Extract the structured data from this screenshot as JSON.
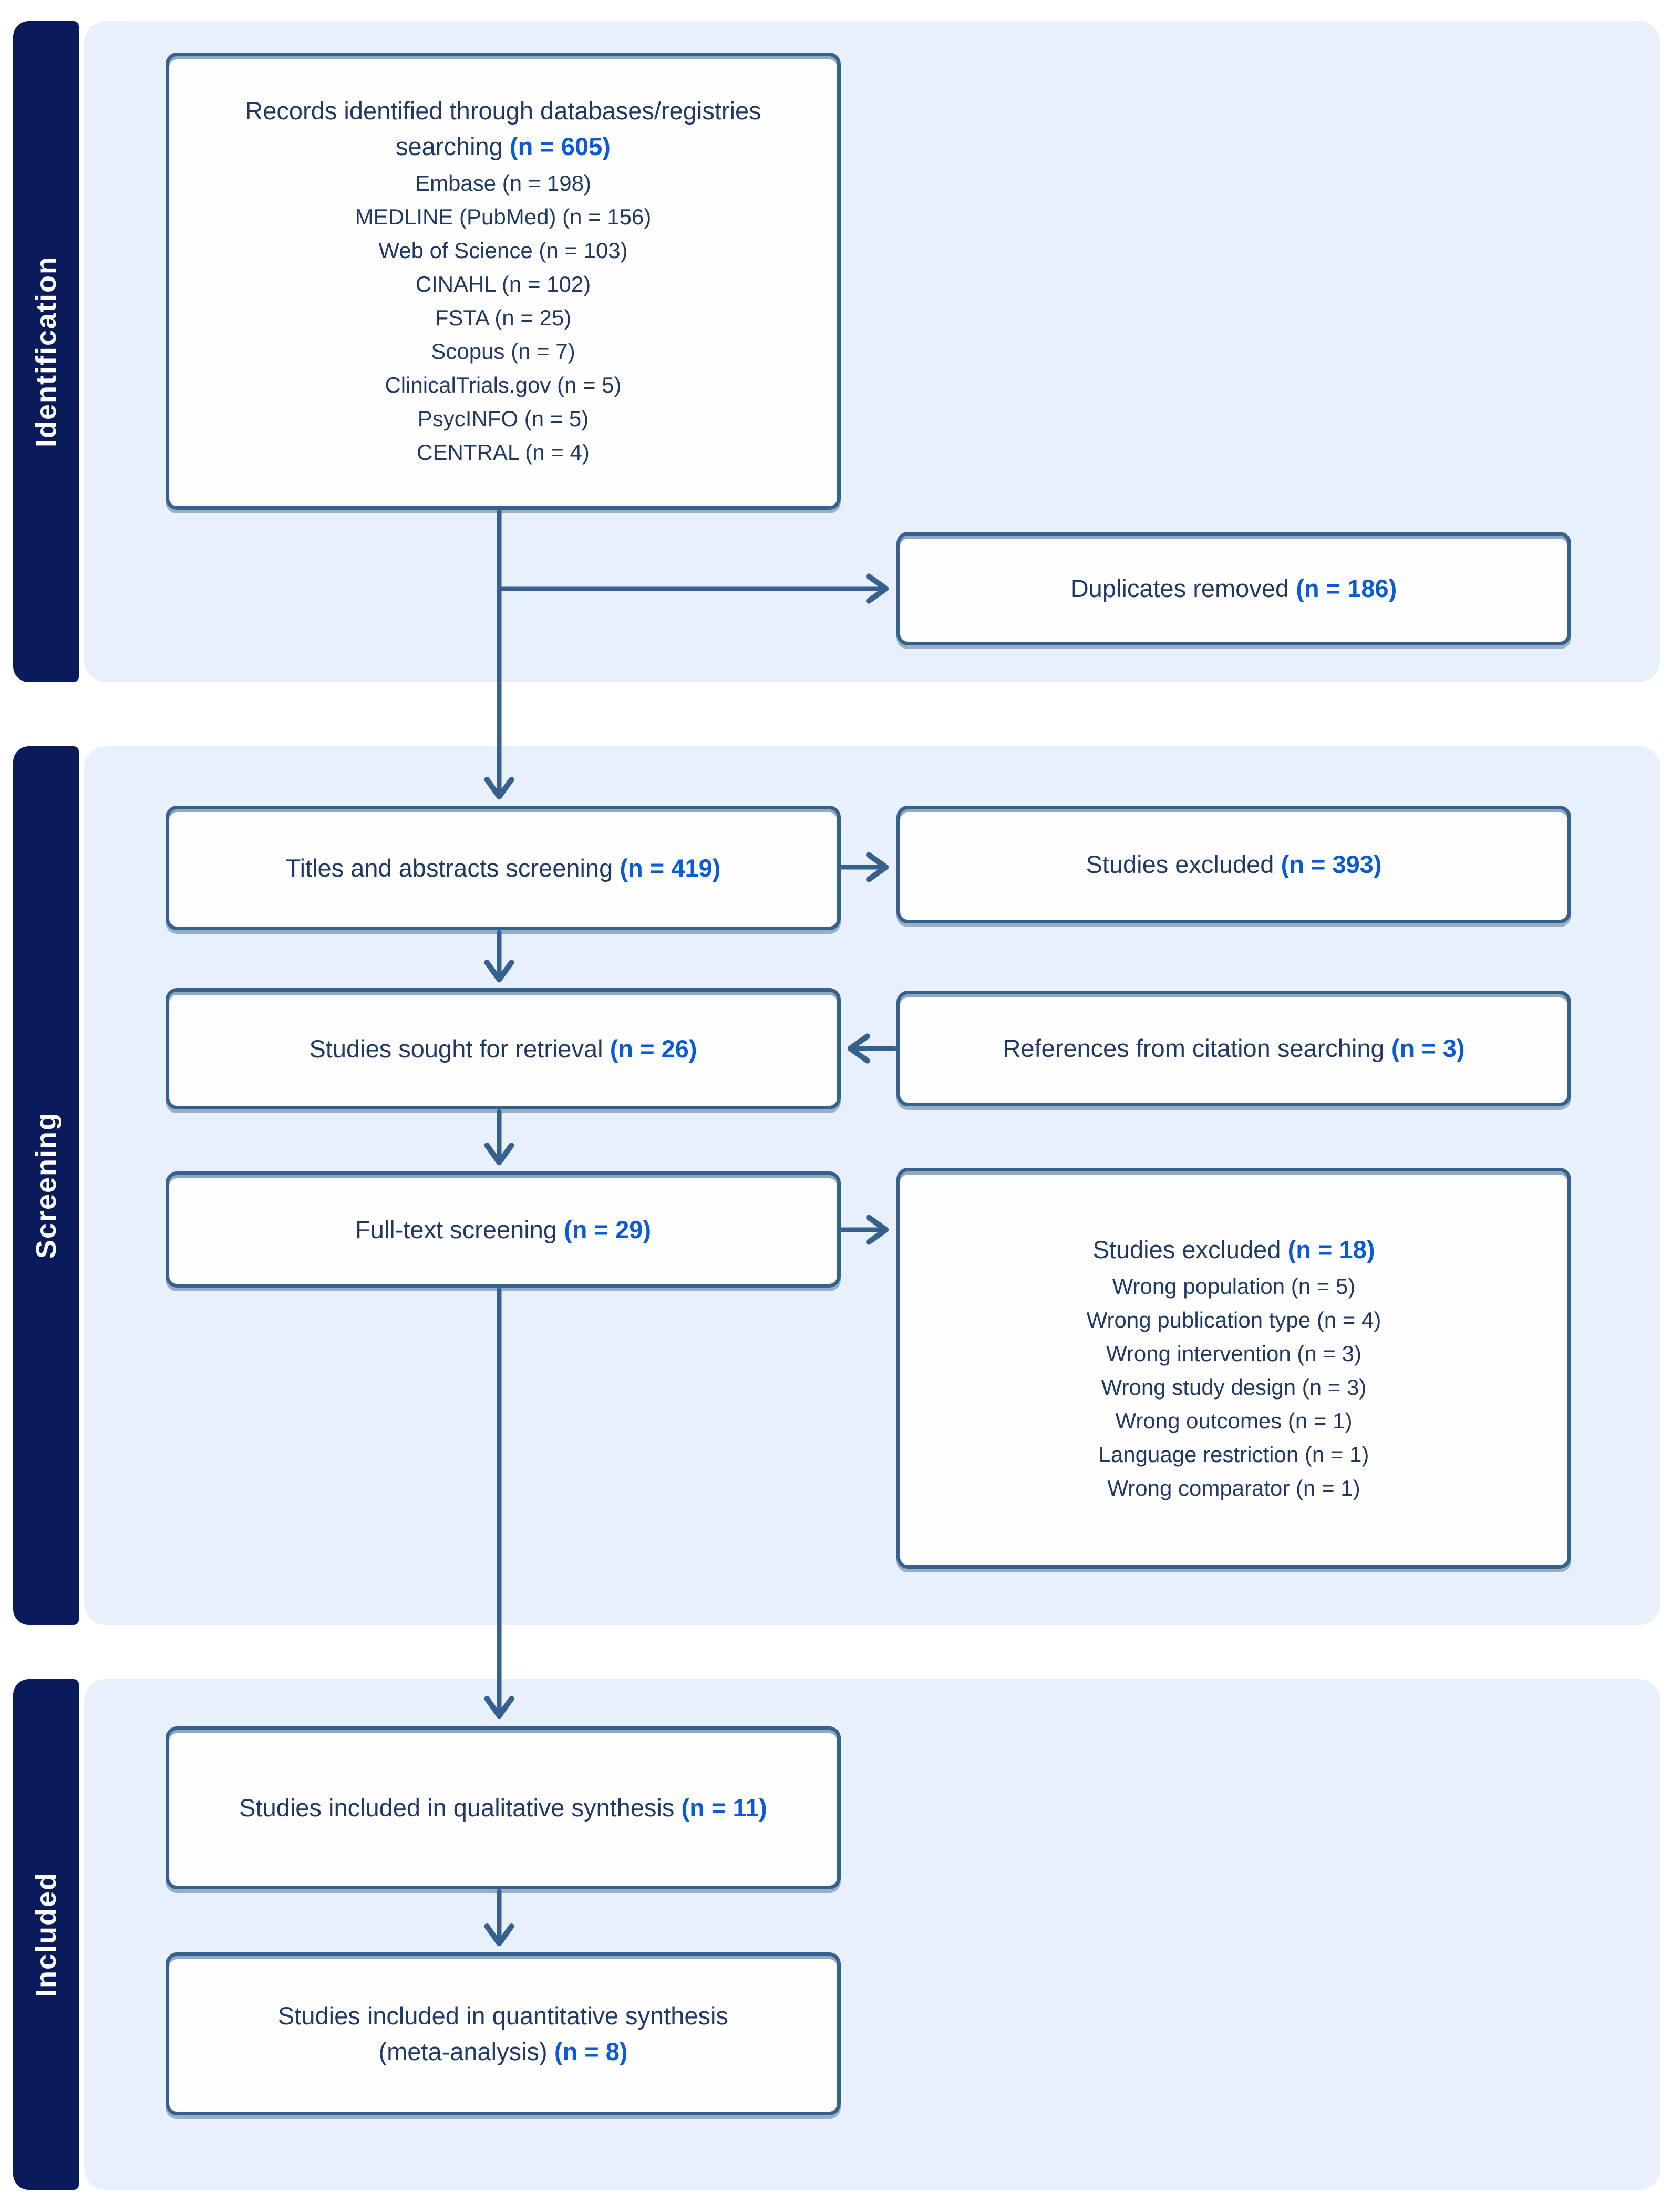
{
  "theme": {
    "panel": "#E8F0FB",
    "ribbon": "#0A1B5C",
    "border": "#36618E",
    "ink": "#1F3864",
    "accent": "#0B5BD7"
  },
  "sidebar": {
    "identification": "Identification",
    "screening": "Screening",
    "included": "Included"
  },
  "boxes": {
    "records": {
      "line1": "Records identified through databases/registries",
      "line2": "searching",
      "n": "(n = 605)",
      "sources": [
        "Embase (n = 198)",
        "MEDLINE (PubMed) (n = 156)",
        "Web of Science (n = 103)",
        "CINAHL (n = 102)",
        "FSTA (n = 25)",
        "Scopus (n = 7)",
        "ClinicalTrials.gov (n = 5)",
        "PsycINFO (n = 5)",
        "CENTRAL (n = 4)"
      ]
    },
    "duplicates": {
      "label": "Duplicates removed",
      "n": "(n = 186)"
    },
    "titles_screening": {
      "label": "Titles and abstracts screening",
      "n": "(n = 419)"
    },
    "excluded_titles": {
      "label": "Studies excluded",
      "n": "(n = 393)"
    },
    "sought": {
      "label": "Studies sought for retrieval",
      "n": "(n = 26)"
    },
    "references": {
      "label": "References from citation searching",
      "n": "(n = 3)"
    },
    "fulltext": {
      "label": "Full-text screening",
      "n": "(n = 29)"
    },
    "excluded_fulltext": {
      "label": "Studies excluded",
      "n": "(n = 18)",
      "reasons": [
        "Wrong population (n = 5)",
        "Wrong publication type (n = 4)",
        "Wrong intervention (n = 3)",
        "Wrong study design (n = 3)",
        "Wrong outcomes (n = 1)",
        "Language restriction (n = 1)",
        "Wrong comparator (n = 1)"
      ]
    },
    "qualitative": {
      "label": "Studies included in qualitative synthesis",
      "n": "(n = 11)"
    },
    "quantitative": {
      "label": "Studies included in quantitative synthesis",
      "label2": "(meta-analysis)",
      "n": "(n = 8)"
    }
  }
}
